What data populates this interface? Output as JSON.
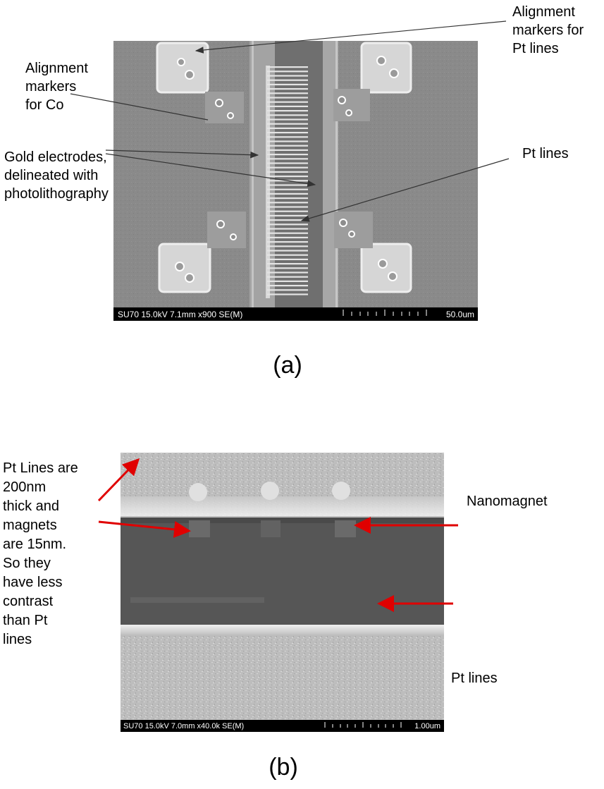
{
  "panel_a": {
    "annotations": {
      "align_pt": "Alignment\nmarkers for\nPt lines",
      "align_co": "Alignment\nmarkers\nfor Co",
      "gold": "Gold electrodes,\ndelineated with\nphotolithography",
      "pt_lines": "Pt lines"
    },
    "info_bar": "SU70 15.0kV 7.1mm x900 SE(M)",
    "scale": "50.0um",
    "caption": "(a)"
  },
  "panel_b": {
    "annotations": {
      "note": "Pt Lines are\n200nm\nthick and\nmagnets\nare 15nm.\nSo they\nhave less\ncontrast\nthan Pt\nlines",
      "nanomagnet": "Nanomagnet",
      "pt_lines": "Pt lines"
    },
    "info_bar": "SU70 15.0kV 7.0mm x40.0k SE(M)",
    "scale": "1.00um",
    "caption": "(b)"
  },
  "colors": {
    "arrow_a": "#333333",
    "arrow_b": "#e00000"
  }
}
